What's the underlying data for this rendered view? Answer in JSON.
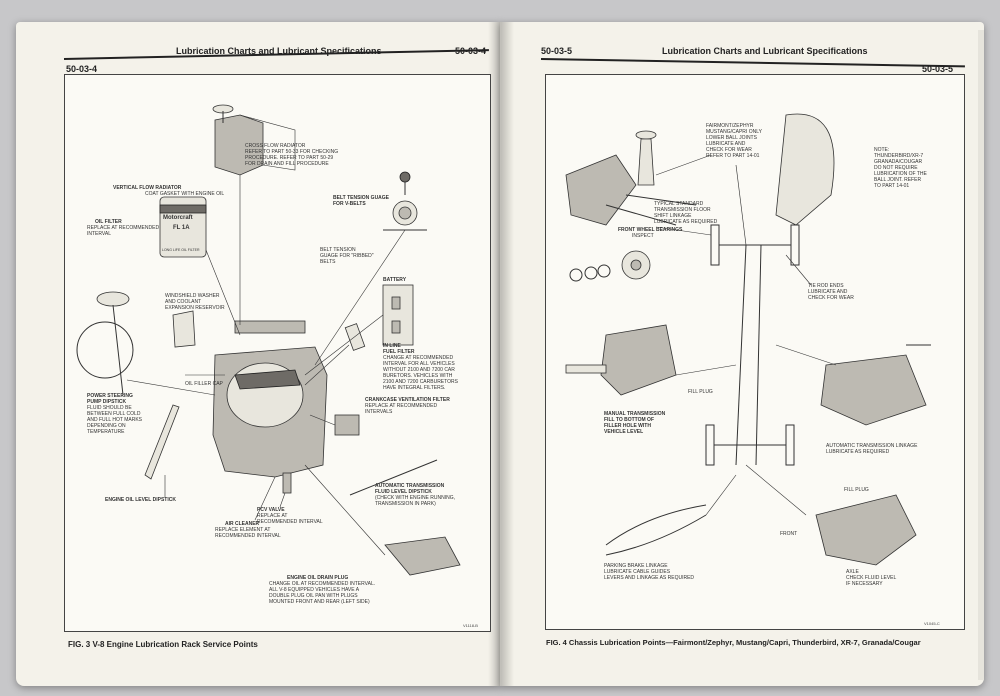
{
  "left_page": {
    "page_num_left": "50-03-4",
    "header_title": "Lubrication Charts and Lubricant Specifications",
    "page_num_right": "50-03-4",
    "figure_caption": "FIG. 3   V-8 Engine Lubrication Rack Service Points",
    "figure_code": "V1118-B",
    "labels": {
      "cross_flow_radiator": "CROSS FLOW RADIATOR\nREFER TO PART 50-33 FOR CHECKING\nPROCEDURE. REFER TO PART 50-29\nFOR DRAIN AND FILL PROCEDURE",
      "vertical_flow_radiator": "VERTICAL FLOW RADIATOR",
      "coat_gasket": "COAT GASKET WITH ENGINE OIL",
      "oil_filter": "OIL FILTER",
      "oil_filter_desc": "REPLACE AT RECOMMENDED\nINTERVAL",
      "belt_tension_vbelts": "BELT TENSION GUAGE\nFOR V-BELTS",
      "belt_tension_ribbed": "BELT TENSION\nGUAGE FOR \"RIBBED\"\nBELTS",
      "battery": "BATTERY",
      "washer": "WINDSHIELD WASHER\nAND COOLANT\nEXPANSION RESERVOIR",
      "inline_filter_title": "IN LINE\nFUEL FILTER",
      "inline_filter_desc": "CHANGE AT RECOMMENDED\nINTERVAL FOR ALL VEHICLES\nW/THOUT 2100 AND 7200 CAR\nBURETORS. VEHICLES WITH\n2100 AND 7200 CARBURETORS\nHAVE INTEGRAL FILTERS.",
      "oil_filler_cap": "OIL FILLER CAP",
      "power_steering": "POWER STEERING\nPUMP DIPSTICK",
      "power_steering_desc": "FLUID SHOULD BE\nBETWEEN FULL COLD\nAND FULL HOT MARKS\nDEPENDING ON\nTEMPERATURE",
      "crankcase": "CRANKCASE VENTILATION FILTER",
      "crankcase_desc": "REPLACE AT RECOMMENDED\nINTERVALS",
      "engine_oil_dipstick": "ENGINE OIL LEVEL DIPSTICK",
      "auto_trans_title": "AUTOMATIC TRANSMISSION\nFLUID LEVEL DIPSTICK",
      "auto_trans_desc": "(CHECK WITH ENGINE RUNNING,\nTRANSMISSION IN PARK)",
      "pcv_title": "PCV VALVE",
      "pcv_desc": "REPLACE AT\nRECOMMENDED INTERVAL",
      "air_cleaner_title": "AIR CLEANER",
      "air_cleaner_desc": "REPLACE ELEMENT AT\nRECOMMENDED INTERVAL",
      "drain_plug_title": "ENGINE OIL DRAIN PLUG",
      "drain_plug_desc": "CHANGE OIL AT RECOMMENDED INTERVAL.\nALL V-8 EQUIPPED VEHICLES HAVE A\nDOUBLE PLUG OIL PAN WITH PLUGS\nMOUNTED FRONT AND REAR (LEFT SIDE)",
      "filter_brand": "Motorcraft",
      "filter_model": "FL 1A",
      "filter_tag": "LONG LIFE OIL FILTER"
    }
  },
  "right_page": {
    "page_num_left": "50-03-5",
    "header_title": "Lubrication Charts and Lubricant Specifications",
    "page_num_right": "50-03-5",
    "figure_caption": "FIG. 4   Chassis Lubrication Points—Fairmont/Zephyr, Mustang/Capri, Thunderbird, XR-7, Granada/Cougar",
    "figure_code": "V1045-C",
    "labels": {
      "lower_joints": "FAIRMONT/ZEPHYR\nMUSTANG/CAPRI ONLY\nLOWER BALL JOINTS\nLUBRICATE AND\nCHECK FOR WEAR\nREFER TO PART 14-01",
      "note": "NOTE:\nTHUNDERBIRD/XR-7\nGRANADA/COUGAR\nDO NOT REQUIRE\nLUBRICATION OF THE\nBALL JOINT. REFER\nTO PART 14-01",
      "floor_shift": "TYPICAL STANDARD\nTRANSMISSION FLOOR\nSHIFT LINKAGE\nLUBRICATE AS REQUIRED",
      "front_wheel": "FRONT WHEEL BEARINGS",
      "front_wheel_desc": "INSPECT",
      "tie_rod": "TIE ROD ENDS\nLUBRICATE AND\nCHECK FOR WEAR",
      "fill_plug": "FILL PLUG",
      "manual_trans": "MANUAL TRANSMISSION\nFILL TO BOTTOM OF\nFILLER HOLE WITH\nVEHICLE LEVEL",
      "auto_linkage": "AUTOMATIC TRANSMISSION LINKAGE\nLUBRICATE AS REQUIRED",
      "fill_plug2": "FILL PLUG",
      "front": "FRONT",
      "axle": "AXLE\nCHECK FLUID LEVEL\nIF NECESSARY",
      "parking_brake": "PARKING BRAKE LINKAGE\nLUBRICATE CABLE GUIDES\nLEVERS AND LINKAGE AS REQUIRED"
    }
  }
}
